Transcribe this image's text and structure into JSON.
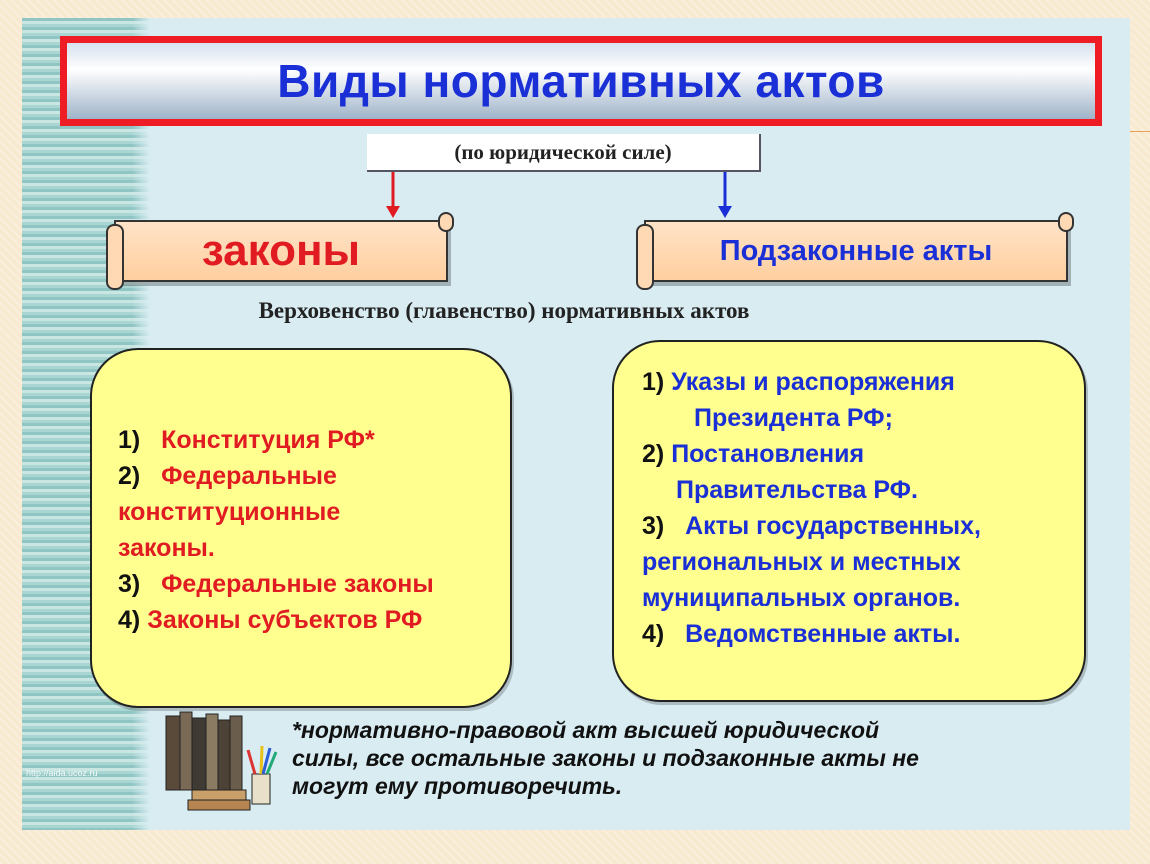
{
  "title": "Виды нормативных актов",
  "criterion": "(по юридической силе)",
  "branches": {
    "left": "законы",
    "right": "Подзаконные акты"
  },
  "hierarchy_label": "Верховенство (главенство) нормативных актов",
  "laws_list": [
    {
      "num": "1)",
      "text": "Конституция РФ*"
    },
    {
      "num": "2)",
      "text": "Федеральные"
    },
    {
      "num": "",
      "text": "конституционные"
    },
    {
      "num": "",
      "text": "законы."
    },
    {
      "num": "3)",
      "text": "Федеральные законы"
    },
    {
      "num": "4)",
      "text": "Законы субъектов РФ"
    }
  ],
  "sublaws_list": [
    {
      "num": "1)",
      "text": "Указы и распоряжения"
    },
    {
      "num": "",
      "text": "Президента РФ;"
    },
    {
      "num": "2)",
      "text": "Постановления"
    },
    {
      "num": "",
      "text": "Правительства РФ."
    },
    {
      "num": "3)",
      "text": "Акты государственных,"
    },
    {
      "num": "",
      "text": "региональных и местных"
    },
    {
      "num": "",
      "text": "муниципальных органов."
    },
    {
      "num": "4)",
      "text": "Ведомственные акты."
    }
  ],
  "footnote": [
    "*нормативно-правовой акт высшей юридической",
    "силы, все остальные законы и подзаконные акты не",
    "могут ему противоречить."
  ],
  "watermark_url": "http://aida.ucoz.ru",
  "colors": {
    "title_text": "#1a2fd6",
    "title_border": "#ee1c24",
    "laws_text": "#e11b22",
    "sublaws_text": "#1a2fd6",
    "box_fill": "#ffff8f",
    "scroll_fill": "#ffcf9f"
  },
  "icons": [
    "books-icon"
  ]
}
